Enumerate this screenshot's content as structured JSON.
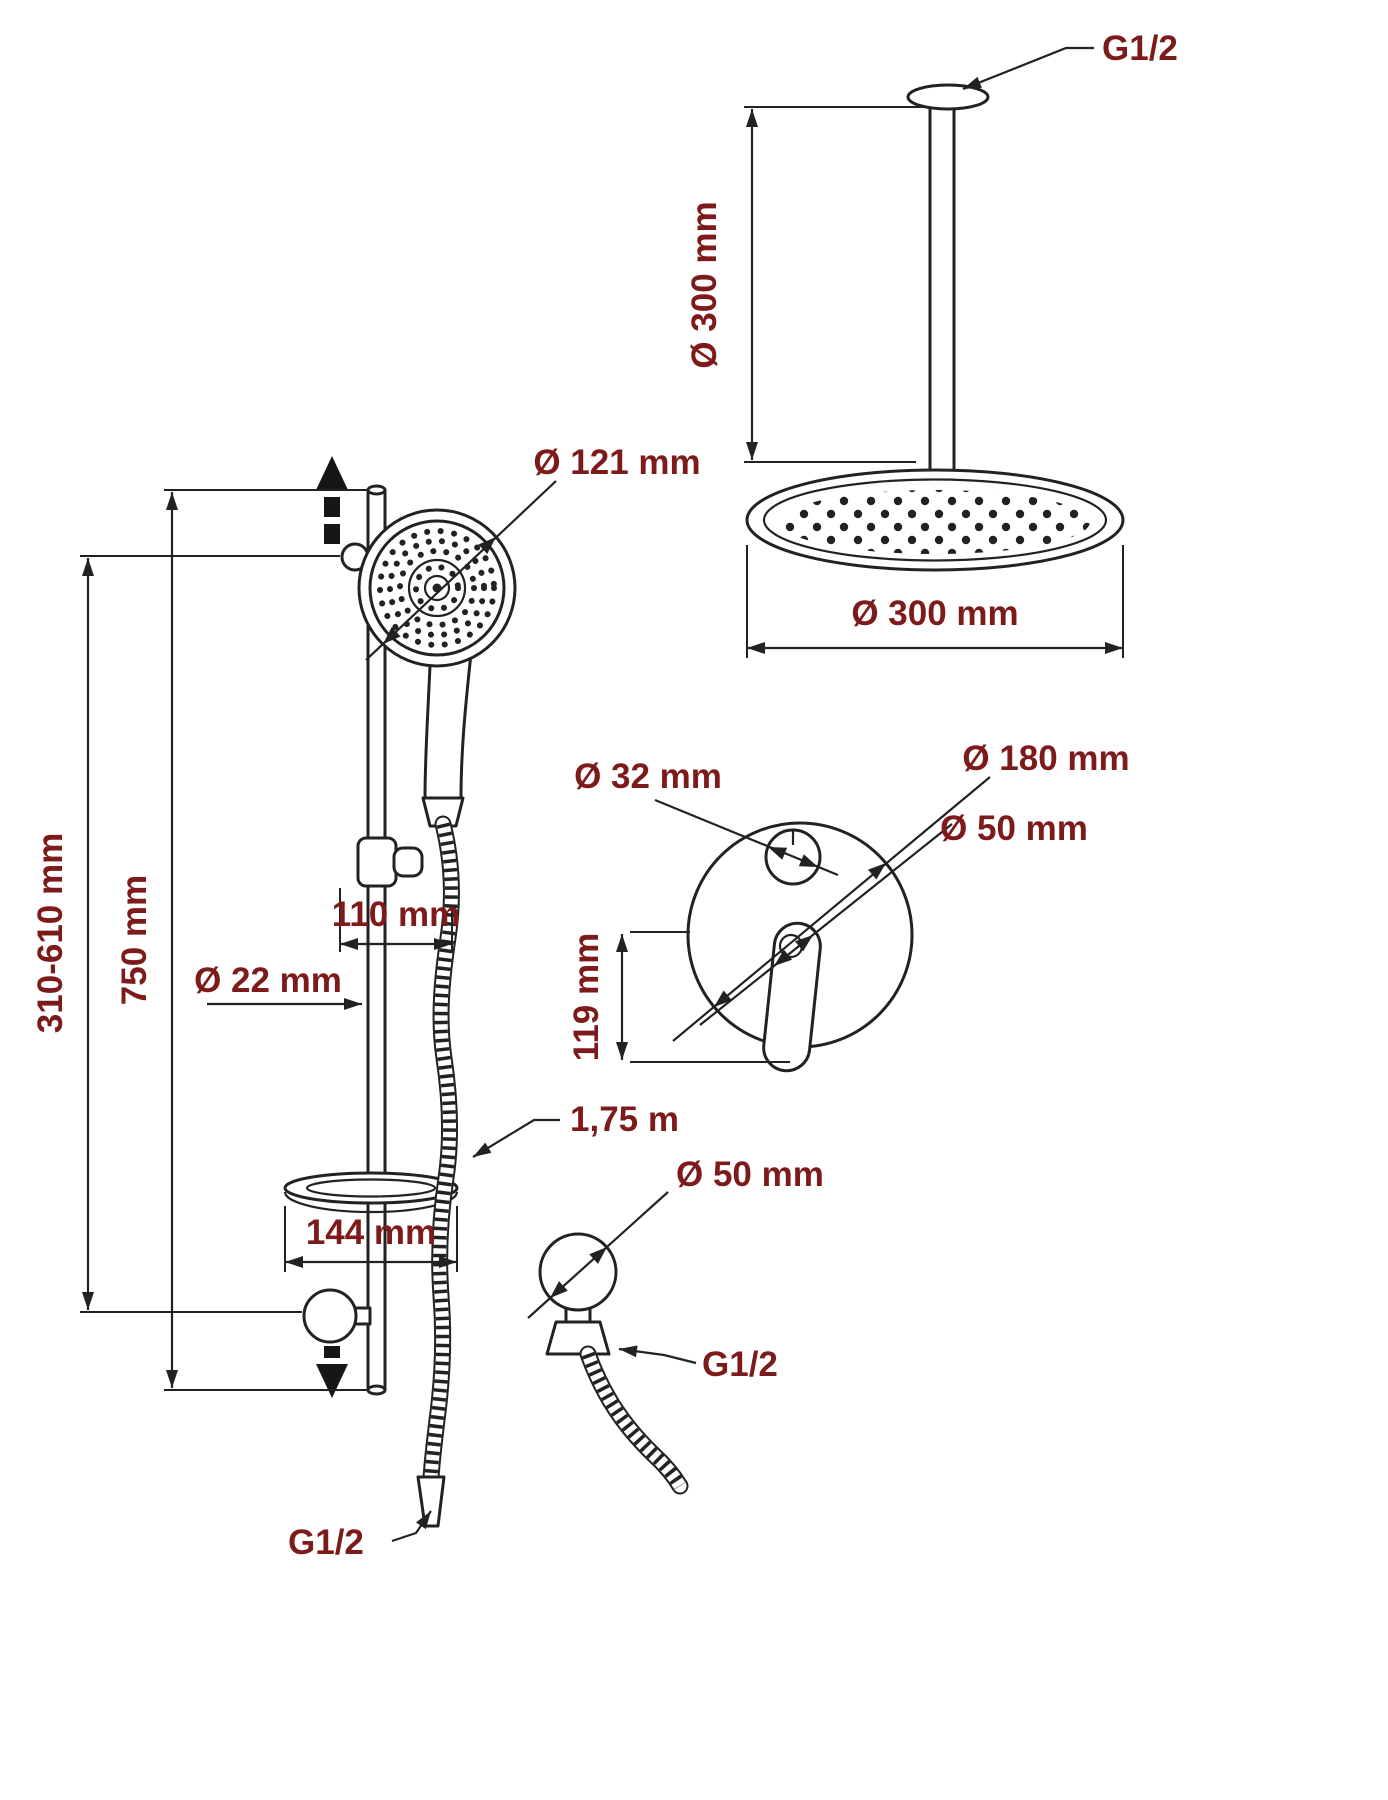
{
  "colors": {
    "line": "#222222",
    "label": "#7d1a1a"
  },
  "labels": {
    "rain": {
      "connection": "G1/2",
      "arm_length": "Ø 300 mm",
      "head_diameter": "Ø 300 mm"
    },
    "slide_bar": {
      "head_diameter": "Ø 121 mm",
      "adjust_range": "310-610 mm",
      "bar_length": "750 mm",
      "bar_diameter": "Ø 22 mm",
      "bracket_depth": "110 mm",
      "shelf_width": "144 mm",
      "hose_length": "1,75 m",
      "hose_connection": "G1/2"
    },
    "mixer": {
      "diverter_diameter": "Ø 32 mm",
      "plate_diameter": "Ø 180 mm",
      "handle_diameter": "Ø 50 mm",
      "handle_height": "119 mm"
    },
    "outlet": {
      "diameter": "Ø 50 mm",
      "connection": "G1/2"
    }
  }
}
